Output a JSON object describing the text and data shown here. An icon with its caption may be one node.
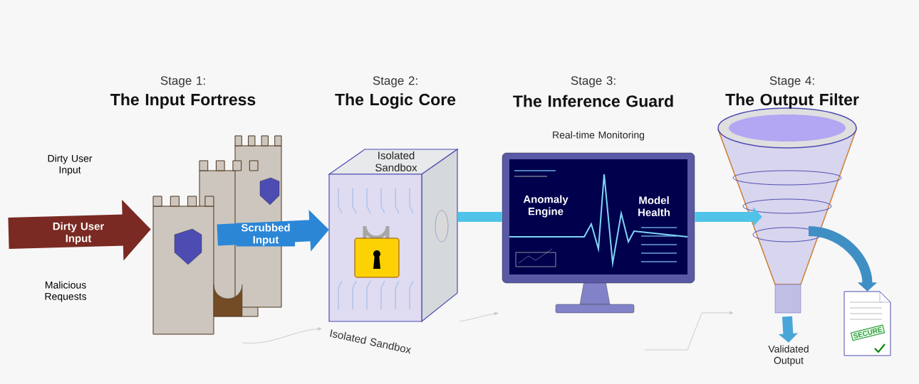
{
  "diagram": {
    "nodes": [
      {
        "text": [
          "Stage 1:",
          "The Input Fortress"
        ]
      },
      {
        "text": [
          "Stage 2:",
          "The Logic Core",
          "Isolated Sandbox",
          "Isolated Sandbox"
        ]
      },
      {
        "text": [
          "Stage 3:",
          "The Inference Guard",
          "Real-time Monitoring",
          "Anomaly Engine",
          "Model Health"
        ]
      },
      {
        "text": [
          "Stage 4:",
          "The Output Filter"
        ]
      },
      {
        "text": [
          "Validated Output"
        ]
      },
      {
        "text": [
          "SECURE"
        ]
      }
    ],
    "edges": [
      {
        "from": null,
        "to": 0,
        "arrow": "to",
        "label": "Dirty User Input",
        "style": "thick",
        "color": "#7a2a22"
      },
      {
        "from": 0,
        "to": 1,
        "arrow": "to",
        "label": "Scrubbed Input",
        "style": "thick",
        "color": "#2b86d6"
      },
      {
        "from": 1,
        "to": 2,
        "arrow": "none",
        "color": "#4fc3e8"
      },
      {
        "from": 2,
        "to": 3,
        "arrow": "to",
        "color": "#4fc3e8"
      },
      {
        "from": 3,
        "to": 4,
        "arrow": "to",
        "color": "#4aa6d8"
      },
      {
        "from": 3,
        "to": 5,
        "arrow": "to",
        "color": "#3f8fc4"
      }
    ],
    "labels": [
      "Dirty User Input",
      "Malicious Requests"
    ]
  }
}
